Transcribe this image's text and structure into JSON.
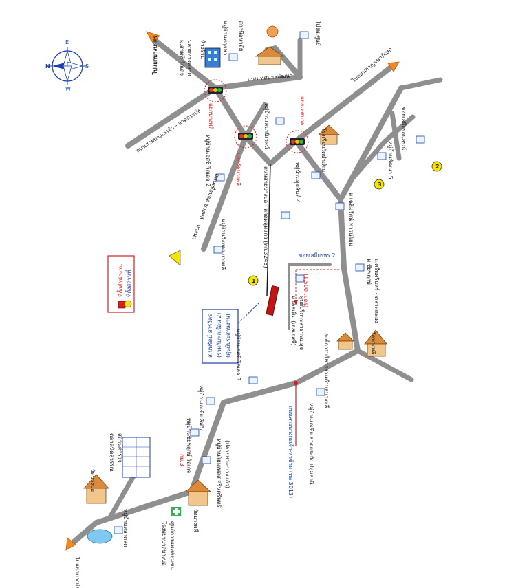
{
  "labels": {
    "lbl_mill_kamphaeng": "ไปแยกบางบาตร",
    "lbl_suan_mueang_dam": "ไปรพ.ศูนย์",
    "lbl_wat_top_right": "ม.สามพี วิลเลจ",
    "lbl_market_top": "ปลายทางตลาด",
    "lbl_supermarket": "ห้างร้าน",
    "lbl_school_top": "สถานีอนามัย",
    "lbl_village_top": "หมู่บ้านพฤกษา",
    "lbl_road_1": "ถนนเทศบาลพัฒนา",
    "lbl_road_main": "ถนนสายบางกะเจ้า - ลาดกระบัง",
    "lbl_road_kanchana": "ไปถนนกาญจนาภิเษก",
    "lbl_village_mid": "หมู่บ้านเอสซี วิลเลจ 2",
    "lbl_village_mid2": "หมู่บ้านเสนานิเวศน์",
    "lbl_school_mid": "โรงเรียนวัดบำเพ็ญ",
    "lbl_village_4": "หมู่บ้านสุขสันต์ 4",
    "lbl_road_right": "ซอยเสถียรอนุสรณ์",
    "lbl_village_right": "หมู่บ้านพัฒนา 5",
    "lbl_road_3245": "ถนนสายบางบ่อ - ลาดหลุมแก้ว (ทล.3245)",
    "lbl_road_secondary": "ถนนเชื่อมต่อ บางพลี - บางนา",
    "lbl_village_wang": "หมู่บ้านวังทอง บางพลี",
    "lbl_village_chalerm": "ม.เฉลิมรัตน์ ทาวน์โฮม",
    "lbl_village_sinthani": "ม.ชัยพฤกษ์",
    "lbl_village_sinthani2": "ถ.ศรีนครินทร์ - ตลาดคลอง",
    "lbl_soi_2": "ซอยเสถียรพร 2",
    "lbl_distance": "(1,500 เมตร)",
    "lbl_factory": "ม.เอสเพิ่ม (เอสเอสซี)",
    "lbl_factory2": "ศูนย์บริการสาธารณสุข",
    "lbl_tao": "องค์การบริหารส่วนตำบลบางพลี",
    "lbl_village_ubon": "หมู่บ้านเอสซี วิลเลจ 3",
    "lbl_office_box_1": "ส.นพรัตน์ สารวัตร",
    "lbl_office_box_2": "(ร่วมกับพลเรือน 2)",
    "lbl_office_box_3": "(ศูนย์ประสานงาน)",
    "lbl_wat_mid": "วัดบางพลี",
    "lbl_road_kamphaeng": "ถนนสายบางกะเจ้า-ท่าข้าม (ทล.3013)",
    "lbl_village_bottom": "หมู่บ้านเอเชีย ลาดกระบัง ปทุมธานี",
    "lbl_village_b2": "หมู่บ้านเอเชีย ลิฟวิ่ง",
    "lbl_village_b3": "หมู่บ้านชัยพฤกษ์ วิลเลจ",
    "lbl_market": "ตลาดนัดสุวรรณ",
    "lbl_market2": "สถานีตำรวจ",
    "lbl_village_b4": "หมู่บ้านโฮมเพลส ศรีนครินทร์",
    "lbl_village_b4b": "(ปลายทาง-บางแก้ว)",
    "lbl_hospital": "โรงพยาบาลบางบ่อ",
    "lbl_hospital2": "ศูนย์การแพทย์ชุมชน",
    "lbl_wat_bottom": "วัดบางบ่อ",
    "lbl_wat_b2": "วัดบางพลี",
    "lbl_village_left": "หมู่บ้านตลาดสด",
    "lbl_to_bangbo": "ไปแยกบางบ่อ",
    "lbl_light_1": "แยกบางพลี",
    "lbl_light_2": "แยกวัดบางพลี",
    "lbl_light_3": "แยกเทศบาล",
    "lbl_marker_1": "1",
    "lbl_marker_2": "2",
    "lbl_marker_3": "3",
    "lbl_km": "กม.3"
  },
  "legend": {
    "site": "ที่ตั้งสำนักงาน",
    "place": "ที่ตั้งสถานที่"
  },
  "compass": {
    "n": "N",
    "e": "E",
    "s": "S",
    "w": "W"
  },
  "colors": {
    "road": "#8f8f8f",
    "road_dark": "#6f6f6f",
    "marker_yellow": "#f5e300",
    "accent_red": "#d61f1f",
    "accent_blue": "#1b3fae",
    "arrow_orange": "#f28a1e"
  }
}
